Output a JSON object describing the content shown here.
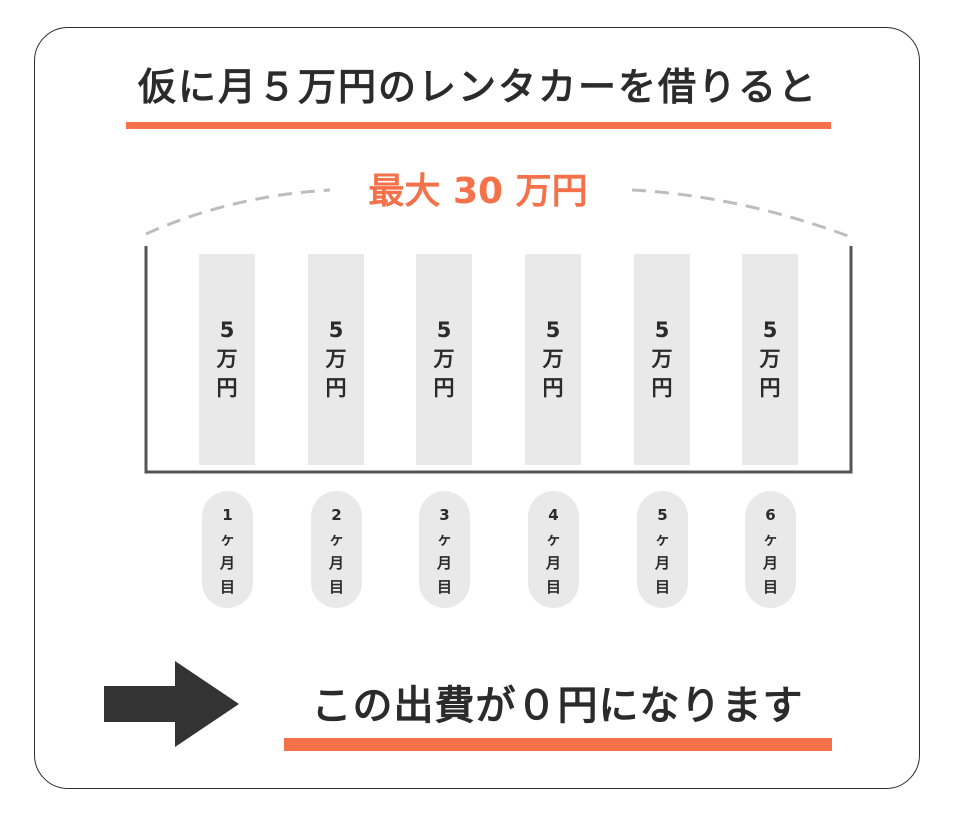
{
  "title": "仮に月５万円のレンタカーを借りると",
  "max_label": "最大 30 万円",
  "bars": [
    {
      "amount": "5",
      "unit_1": "万",
      "unit_2": "円"
    },
    {
      "amount": "5",
      "unit_1": "万",
      "unit_2": "円"
    },
    {
      "amount": "5",
      "unit_1": "万",
      "unit_2": "円"
    },
    {
      "amount": "5",
      "unit_1": "万",
      "unit_2": "円"
    },
    {
      "amount": "5",
      "unit_1": "万",
      "unit_2": "円"
    },
    {
      "amount": "5",
      "unit_1": "万",
      "unit_2": "円"
    }
  ],
  "months": [
    {
      "num": "1",
      "c1": "ヶ",
      "c2": "月",
      "c3": "目"
    },
    {
      "num": "2",
      "c1": "ヶ",
      "c2": "月",
      "c3": "目"
    },
    {
      "num": "3",
      "c1": "ヶ",
      "c2": "月",
      "c3": "目"
    },
    {
      "num": "4",
      "c1": "ヶ",
      "c2": "月",
      "c3": "目"
    },
    {
      "num": "5",
      "c1": "ヶ",
      "c2": "月",
      "c3": "目"
    },
    {
      "num": "6",
      "c1": "ヶ",
      "c2": "月",
      "c3": "目"
    }
  ],
  "result": "この出費が０円になります",
  "colors": {
    "accent": "#f4714a",
    "text": "#2b2b2b",
    "bar_fill": "#e9e9e9",
    "dash": "#bdbdbd"
  },
  "icons": {
    "arrow": "right-arrow-icon"
  }
}
